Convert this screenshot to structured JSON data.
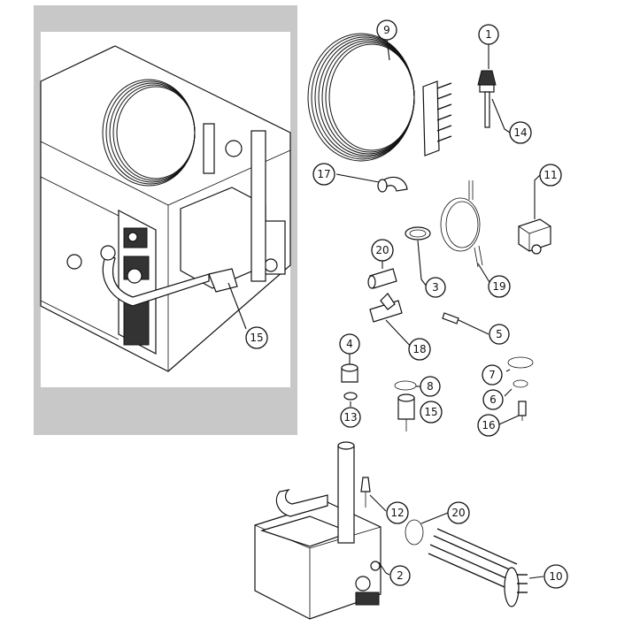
{
  "callouts": [
    {
      "id": "c1",
      "label": "1"
    },
    {
      "id": "c2",
      "label": "2"
    },
    {
      "id": "c3",
      "label": "3"
    },
    {
      "id": "c4",
      "label": "4"
    },
    {
      "id": "c5",
      "label": "5"
    },
    {
      "id": "c6",
      "label": "6"
    },
    {
      "id": "c7",
      "label": "7"
    },
    {
      "id": "c8",
      "label": "8"
    },
    {
      "id": "c9",
      "label": "9"
    },
    {
      "id": "c10",
      "label": "10"
    },
    {
      "id": "c11",
      "label": "11"
    },
    {
      "id": "c12",
      "label": "12"
    },
    {
      "id": "c13",
      "label": "13"
    },
    {
      "id": "c14",
      "label": "14"
    },
    {
      "id": "c15a",
      "label": "15"
    },
    {
      "id": "c15b",
      "label": "15"
    },
    {
      "id": "c16",
      "label": "16"
    },
    {
      "id": "c17",
      "label": "17"
    },
    {
      "id": "c18",
      "label": "18"
    },
    {
      "id": "c19",
      "label": "19"
    },
    {
      "id": "c20a",
      "label": "20"
    },
    {
      "id": "c20b",
      "label": "20"
    }
  ],
  "colors": {
    "inset_background": "#c8c8c8",
    "inset_panel": "#ffffff",
    "line": "#111111"
  }
}
